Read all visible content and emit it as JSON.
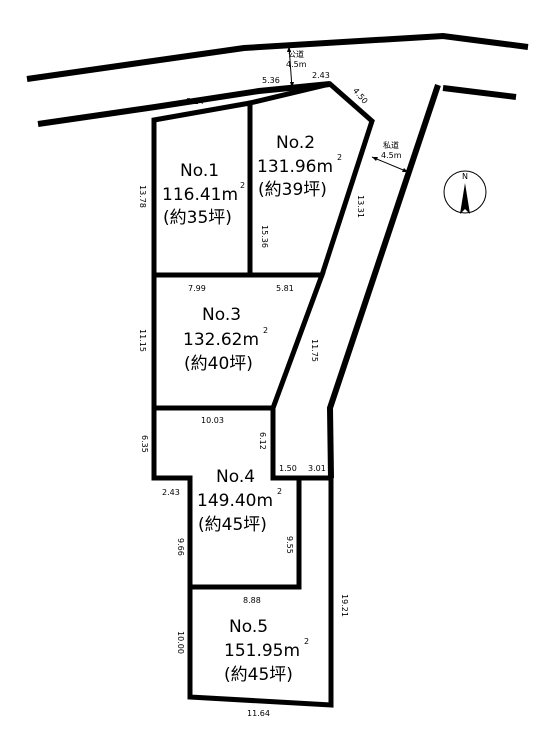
{
  "roads": {
    "public": {
      "name": "公道",
      "width": "4.5m"
    },
    "private": {
      "name": "私道",
      "width": "4.5m"
    }
  },
  "compass": {
    "label": "N"
  },
  "lots": [
    {
      "id": "no1",
      "name": "No.1",
      "area": "116.41",
      "unit": "m",
      "tsubo": "(約35坪)"
    },
    {
      "id": "no2",
      "name": "No.2",
      "area": "131.96",
      "unit": "m",
      "tsubo": "(約39坪)"
    },
    {
      "id": "no3",
      "name": "No.3",
      "area": "132.62",
      "unit": "m",
      "tsubo": "(約40坪)"
    },
    {
      "id": "no4",
      "name": "No.4",
      "area": "149.40",
      "unit": "m",
      "tsubo": "(約45坪)"
    },
    {
      "id": "no5",
      "name": "No.5",
      "area": "151.95",
      "unit": "m",
      "tsubo": "(約45坪)"
    }
  ],
  "area_superscript": "2",
  "dimensions": {
    "no1_top": "8.14",
    "no1_left": "13.78",
    "no2_top": "5.36",
    "no2_top_right": "2.43",
    "no2_corner": "4.50",
    "no2_left": "15.36",
    "no2_right": "13.31",
    "no3_top_left": "7.99",
    "no3_top_right": "5.81",
    "no3_left": "11.15",
    "no3_right": "11.75",
    "no4_top": "10.03",
    "no4_upper_left": "6.35",
    "no4_upper_right": "6.12",
    "no4_step_left": "2.43",
    "no4_step_a": "1.50",
    "no4_step_b": "3.01",
    "no4_left": "9.66",
    "no4_right": "9.55",
    "no5_top": "8.88",
    "no5_left": "10.00",
    "no5_right": "19.21",
    "no5_bottom": "11.64"
  }
}
